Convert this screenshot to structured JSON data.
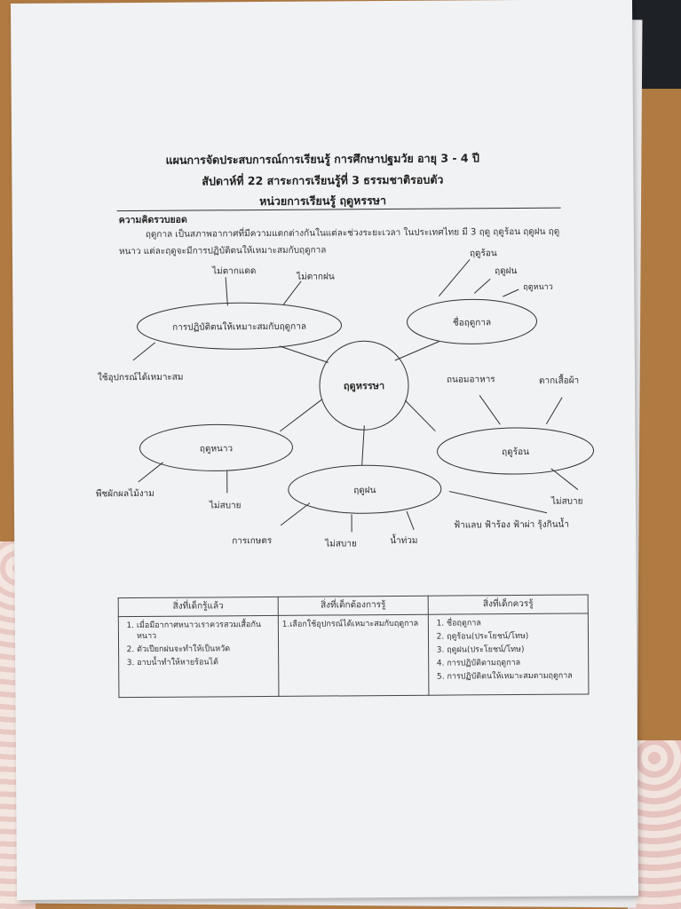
{
  "header": {
    "line1": "แผนการจัดประสบการณ์การเรียนรู้ การศึกษาปฐมวัย  อายุ 3 - 4 ปี",
    "line2": "สัปดาห์ที่  22   สาระการเรียนรู้ที่ 3  ธรรมชาติรอบตัว",
    "line3": "หน่วยการเรียนรู้  ฤดูหรรษา"
  },
  "concept": {
    "title": "ความคิดรวบยอด",
    "text": "ฤดูกาล เป็นสภาพอากาศที่มีความแตกต่างกันในแต่ละช่วงระยะเวลา ในประเทศไทย มี 3 ฤดู ฤดูร้อน ฤดูฝน ฤดูหนาว แต่ละฤดูจะมีการปฏิบัติตนให้เหมาะสมกับฤดูกาล"
  },
  "mindmap": {
    "center": "ฤดูหรรษา",
    "practice": {
      "label": "การปฏิบัติตนให้เหมาะสมกับฤดูกาล",
      "items": [
        "ไม่ตากแดด",
        "ไม่ตากฝน",
        "ใช้อุปกรณ์ได้เหมาะสม"
      ]
    },
    "names": {
      "label": "ชื่อฤดูกาล",
      "items": [
        "ฤดูร้อน",
        "ฤดูฝน",
        "ฤดูหนาว"
      ]
    },
    "winter": {
      "label": "ฤดูหนาว",
      "items": [
        "พืชผักผลไม้งาม",
        "ไม่สบาย"
      ]
    },
    "rain": {
      "label": "ฤดูฝน",
      "items": [
        "การเกษตร",
        "ไม่สบาย",
        "น้ำท่วม",
        "ฟ้าแลบ ฟ้าร้อง ฟ้าผ่า รุ้งกินน้ำ"
      ]
    },
    "summer": {
      "label": "ฤดูร้อน",
      "items": [
        "ถนอมอาหาร",
        "ตากเสื้อผ้า",
        "ไม่สบาย"
      ]
    }
  },
  "table": {
    "headers": [
      "สิ่งที่เด็กรู้แล้ว",
      "สิ่งที่เด็กต้องการรู้",
      "สิ่งที่เด็กควรรู้"
    ],
    "col1": [
      "เมื่อมีอากาศหนาวเราควรสวมเสื้อกันหนาว",
      "ตัวเปียกฝนจะทำให้เป็นหวัด",
      "อาบน้ำทำให้หายร้อนได้"
    ],
    "col2": [
      "1.เลือกใช้อุปกรณ์ได้เหมาะสมกับฤดูกาล"
    ],
    "col3": [
      "ชื่อฤดูกาล",
      "ฤดูร้อน(ประโยชน์/โทษ)",
      "ฤดูฝน(ประโยชน์/โทษ)",
      "การปฏิบัติตามฤดูกาล",
      "การปฏิบัติตนให้เหมาะสมตามฤดูกาล"
    ]
  }
}
